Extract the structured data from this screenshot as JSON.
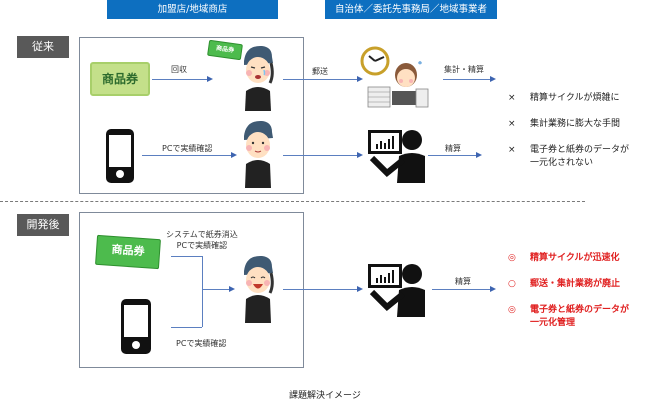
{
  "headers": {
    "store": "加盟店/地域商店",
    "municipality": "自治体／委託先事務局／地域事業者"
  },
  "before": {
    "badge": "従来",
    "voucher_label": "商品券",
    "mini_voucher_label": "商品券",
    "flow_collect": "回収",
    "flow_pc_check": "PCで実績確認",
    "flow_mail": "郵送",
    "flow_aggregate": "集計・精算",
    "flow_settle": "精算",
    "issues_marker": "×",
    "issues": [
      {
        "marker": "×",
        "text": "精算サイクルが煩雑に"
      },
      {
        "marker": "×",
        "text": "集計業務に膨大な手間"
      },
      {
        "marker": "×",
        "text": "電子券と紙券のデータが\n一元化されない"
      }
    ]
  },
  "after": {
    "badge": "開発後",
    "voucher_label": "商品券",
    "flow_system_line1": "システムで紙券消込",
    "flow_system_line2": "PCで実績確認",
    "flow_pc_check": "PCで実績確認",
    "flow_settle": "精算",
    "benefits": [
      {
        "marker": "◎",
        "text": "精算サイクルが迅速化"
      },
      {
        "marker": "○",
        "text": "郵送・集計業務が廃止"
      },
      {
        "marker": "◎",
        "text": "電子券と紙券のデータが\n一元化管理"
      }
    ]
  },
  "caption": "課題解決イメージ",
  "colors": {
    "header_blue": "#0d6fc0",
    "badge_gray": "#595959",
    "arrow_blue": "#3d64b0",
    "benefit_red": "#e02020"
  }
}
